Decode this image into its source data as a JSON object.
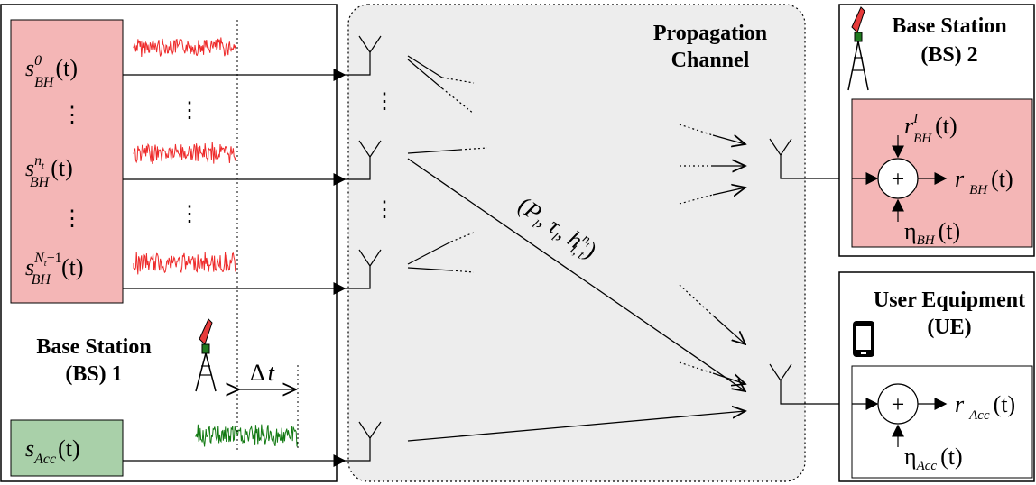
{
  "colors": {
    "signal_red": "#ee2a2a",
    "signal_green": "#137a13",
    "pink_fill": "#f4b6b6",
    "green_fill": "#a9d0a9",
    "channel_fill": "#ededed",
    "line": "#000000",
    "antenna_red": "#e63a3a",
    "antenna_green": "#1f7a1f"
  },
  "bs1": {
    "title_line1": "Base Station",
    "title_line2": "(BS) 1",
    "signals": [
      {
        "base": "s",
        "sup": "0",
        "sub": "BH",
        "arg": "(t)"
      },
      {
        "base": "s",
        "sup": "n",
        "supsub": "t",
        "sub": "BH",
        "arg": "(t)"
      },
      {
        "base": "s",
        "sup": "N",
        "supsub": "t",
        "sup_tail": "−1",
        "sub": "BH",
        "arg": "(t)"
      }
    ],
    "vdots": "⋮",
    "acc_signal": {
      "base": "s",
      "sub": "Acc",
      "arg": "(t)"
    },
    "delta_t": {
      "symbol": "Δ",
      "var": "t"
    }
  },
  "channel": {
    "title_line1": "Propagation",
    "title_line2": "Channel",
    "path_label": {
      "open": "(",
      "P": "P",
      "P_sub": "l",
      "sep": ",",
      "tau": "τ",
      "tau_sub": "l",
      "h": "h",
      "h_sup": "n",
      "h_supsub": "t",
      "h_sub": "l, t",
      "close": ")"
    }
  },
  "bs2": {
    "title_line1": "Base Station",
    "title_line2": "(BS) 2",
    "sum_symbol": "+",
    "interference": {
      "base": "r",
      "sup": "I",
      "sub": "BH",
      "arg": "(t)"
    },
    "output": {
      "base": "r",
      "sub": "BH",
      "arg": "(t)"
    },
    "noise": {
      "base": "η",
      "sub": "BH",
      "arg": "(t)"
    }
  },
  "ue": {
    "title_line1": "User Equipment",
    "title_line2": "(UE)",
    "sum_symbol": "+",
    "output": {
      "base": "r",
      "sub": "Acc",
      "arg": "(t)"
    },
    "noise": {
      "base": "η",
      "sub": "Acc",
      "arg": "(t)"
    }
  }
}
